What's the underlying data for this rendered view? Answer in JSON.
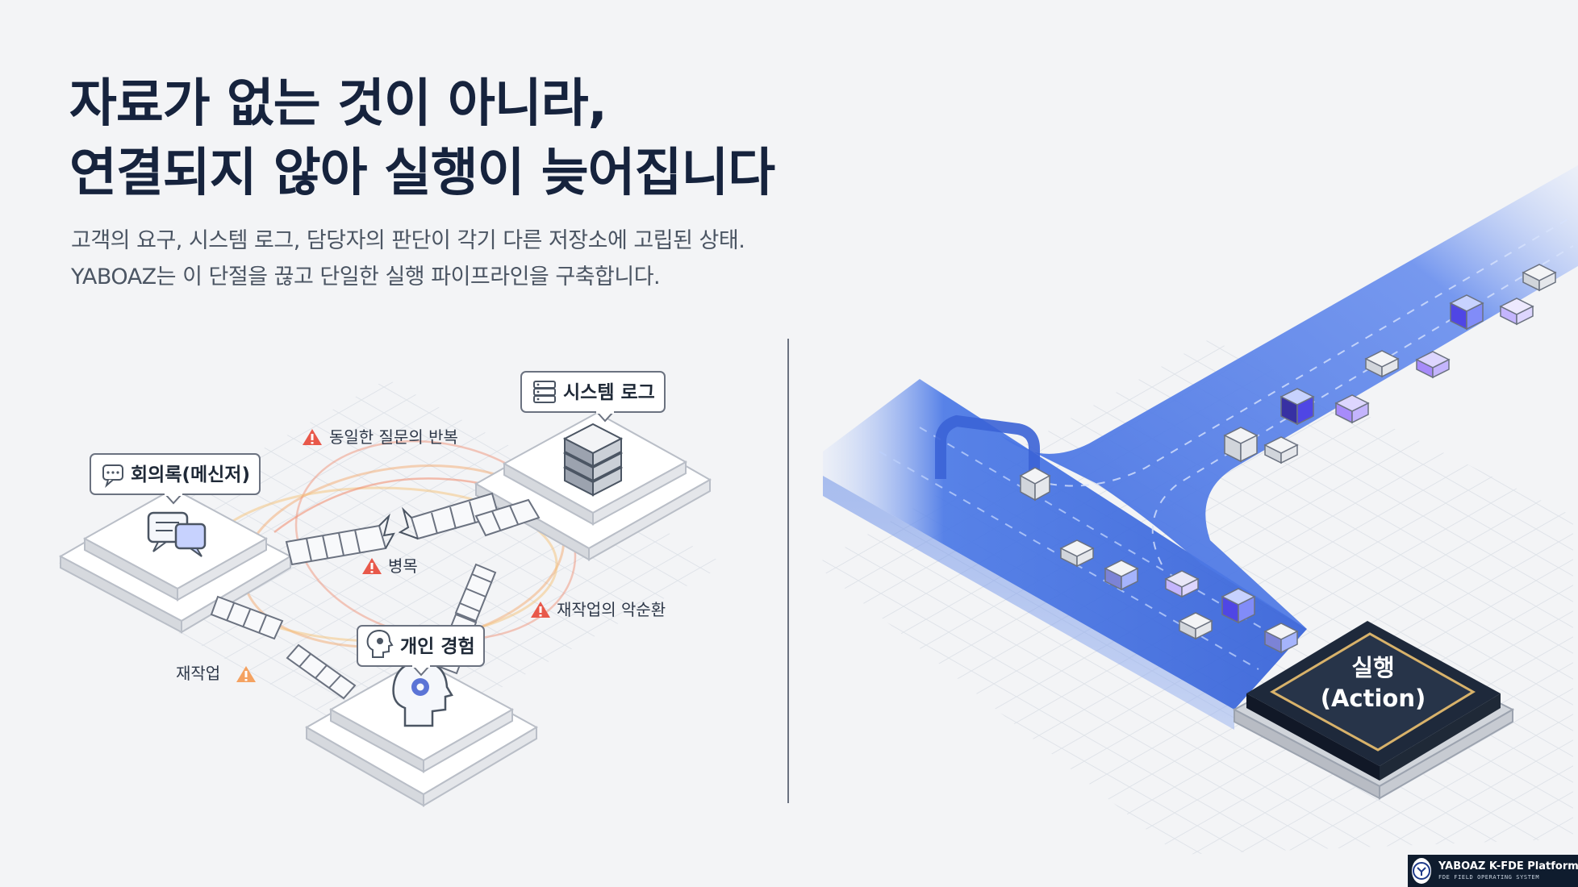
{
  "headline": {
    "line1": "자료가 없는 것이 아니라,",
    "line2": "연결되지 않아 실행이 늦어집니다"
  },
  "subtitle": {
    "line1": "고객의 요구, 시스템 로그, 담당자의 판단이 각기 다른 저장소에 고립된 상태.",
    "line2": "YABOAZ는 이 단절을 끊고 단일한 실행 파이프라인을 구축합니다."
  },
  "left_diagram": {
    "nodes": {
      "meeting": "회의록(메신저)",
      "system_log": "시스템 로그",
      "experience": "개인 경험"
    },
    "warnings": {
      "repeat": "동일한 질문의 반복",
      "bottleneck": "병목",
      "vicious_cycle": "재작업의 악순환",
      "rework": "재작업"
    }
  },
  "right_diagram": {
    "action_line1": "실행",
    "action_line2": "(Action)"
  },
  "brand": {
    "name": "YABOAZ K-FDE Platform",
    "tagline": "FDE FIELD OPERATING SYSTEM"
  },
  "colors": {
    "headline": "#16233d",
    "pipe_blue": "#3f6fe0",
    "warning": "#e8584a",
    "action_chip": "#1e293b",
    "chip_border": "#d8b26a"
  },
  "icons": {
    "meeting": "chat-bubbles-icon",
    "system_log": "server-icon",
    "experience": "head-gear-icon",
    "warning": "warning-triangle-icon"
  }
}
